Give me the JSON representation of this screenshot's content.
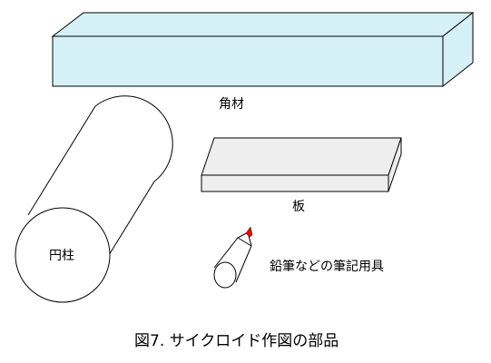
{
  "figure": {
    "caption": "図7. サイクロイド作図の部品"
  },
  "parts": {
    "square_bar": {
      "label": "角材",
      "fill": "#D6F0F8"
    },
    "board": {
      "label": "板",
      "fill": "#EEEEEE"
    },
    "cylinder": {
      "label": "円柱",
      "fill": "#FFFFFF"
    },
    "pencil": {
      "label": "鉛筆などの筆記用具",
      "tip_color": "#FF0000"
    }
  },
  "colors": {
    "stroke": "#000000"
  }
}
